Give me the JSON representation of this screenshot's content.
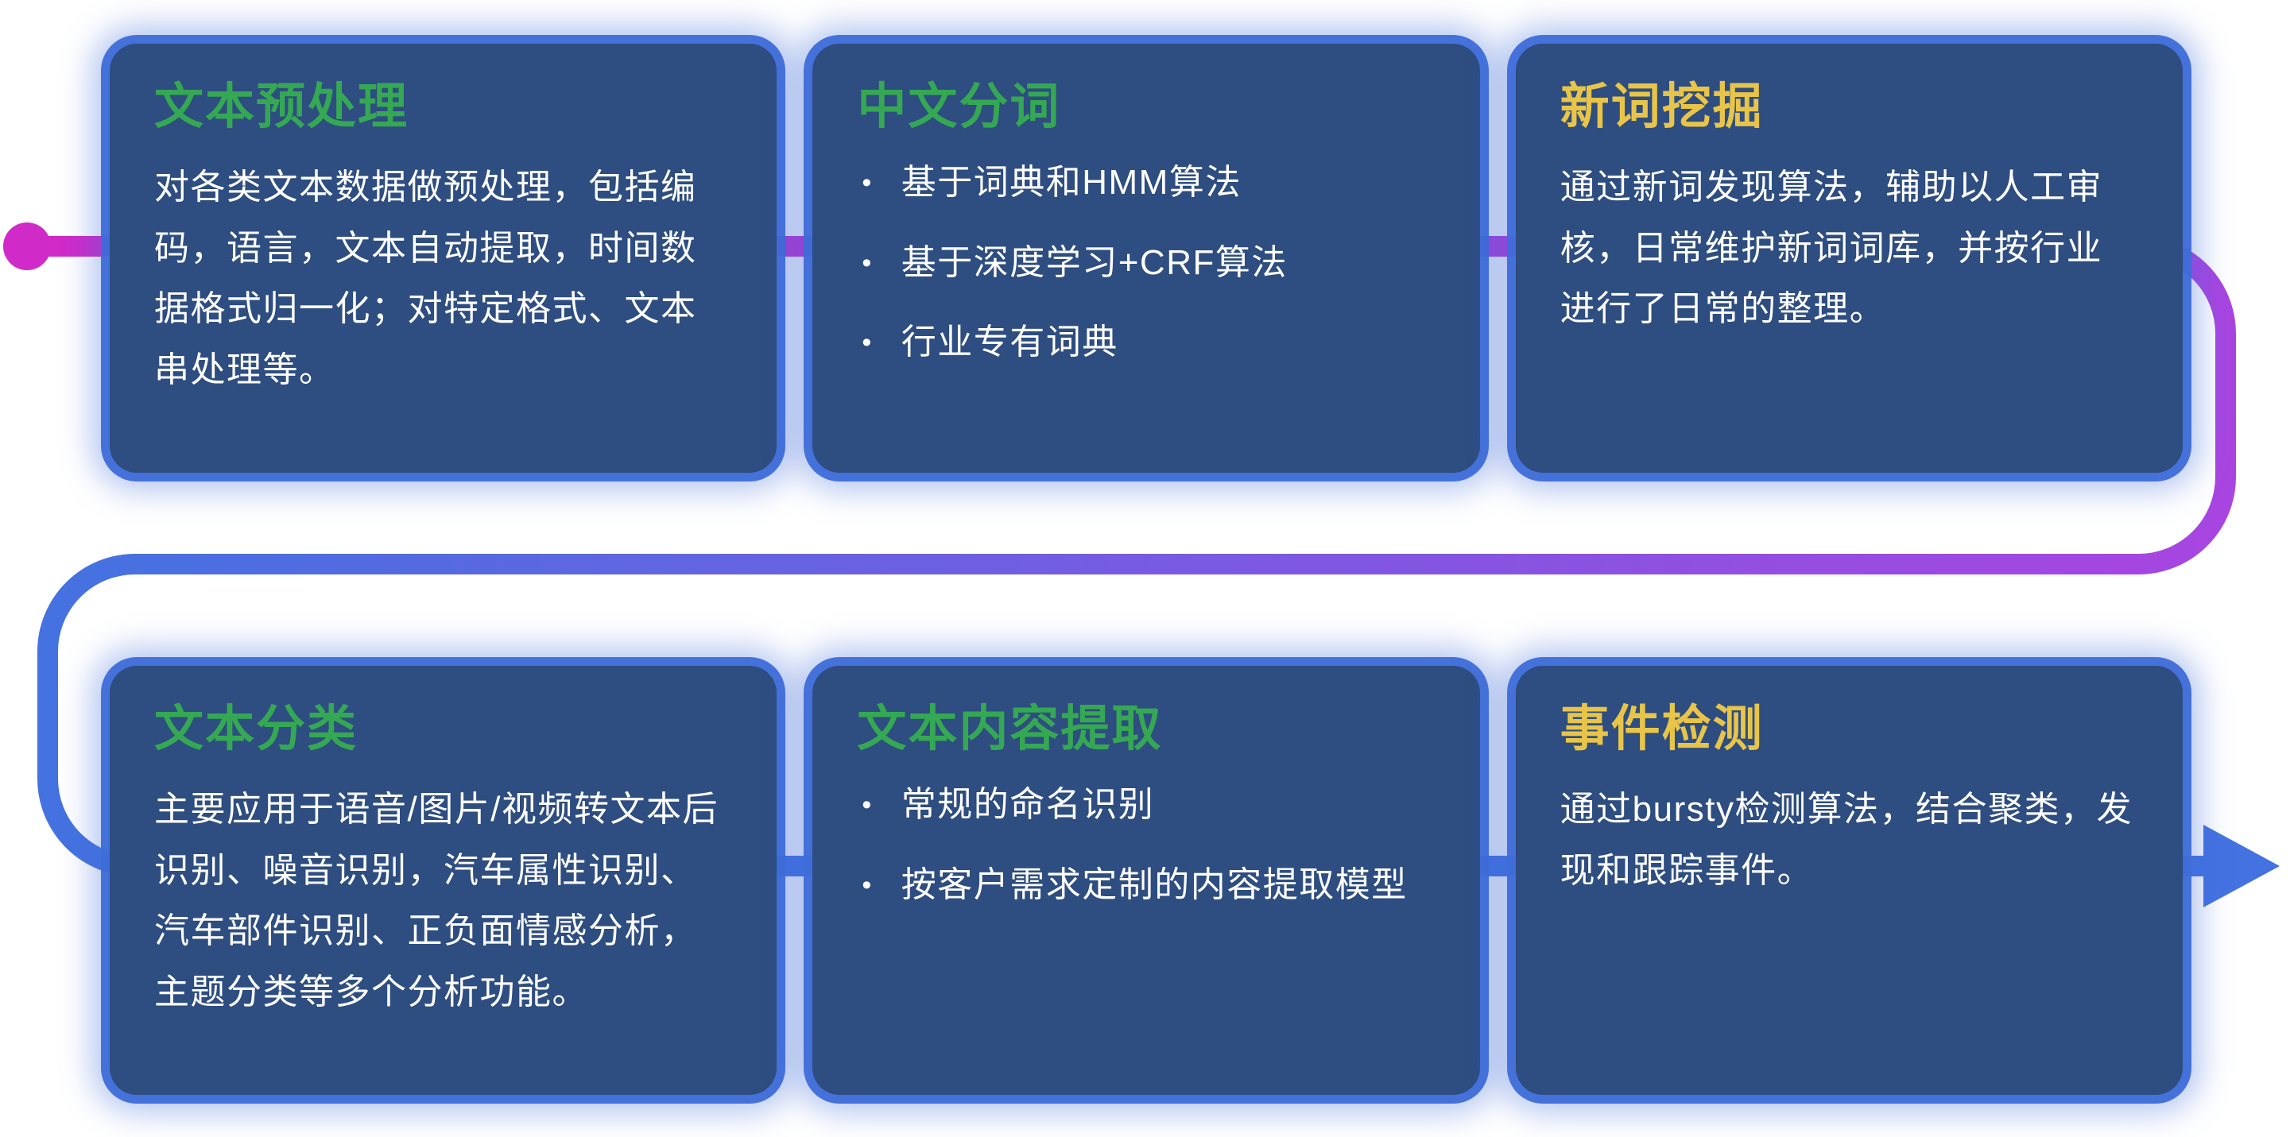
{
  "ui": {
    "bullet": "•"
  },
  "colors": {
    "card_background": "#2E4D80",
    "card_glow": "#3E6BD8",
    "body_text": "#FFFFFF"
  },
  "connector": {
    "colors": {
      "magenta": "#D02AC8",
      "magenta_mid": "#C32FD4",
      "purple": "#A845E0",
      "blue": "#4472E0"
    }
  },
  "cards": [
    {
      "title": "文本预处理",
      "title_color": "#35A853",
      "body": "对各类文本数据做预处理，包括编码，语言，文本自动提取，时间数据格式归一化；对特定格式、文本串处理等。"
    },
    {
      "title": "中文分词",
      "title_color": "#35A853",
      "bullets": [
        "基于词典和HMM算法",
        "基于深度学习+CRF算法",
        "行业专有词典"
      ]
    },
    {
      "title": "新词挖掘",
      "title_color": "#E8C549",
      "body": "通过新词发现算法，辅助以人工审核，日常维护新词词库，并按行业进行了日常的整理。"
    },
    {
      "title": "文本分类",
      "title_color": "#35A853",
      "body": "主要应用于语音/图片/视频转文本后识别、噪音识别，汽车属性识别、汽车部件识别、正负面情感分析，主题分类等多个分析功能。"
    },
    {
      "title": "文本内容提取",
      "title_color": "#35A853",
      "bullets": [
        "常规的命名识别",
        "按客户需求定制的内容提取模型"
      ]
    },
    {
      "title": "事件检测",
      "title_color": "#E8C549",
      "body": "通过bursty检测算法，结合聚类，发现和跟踪事件。"
    }
  ]
}
